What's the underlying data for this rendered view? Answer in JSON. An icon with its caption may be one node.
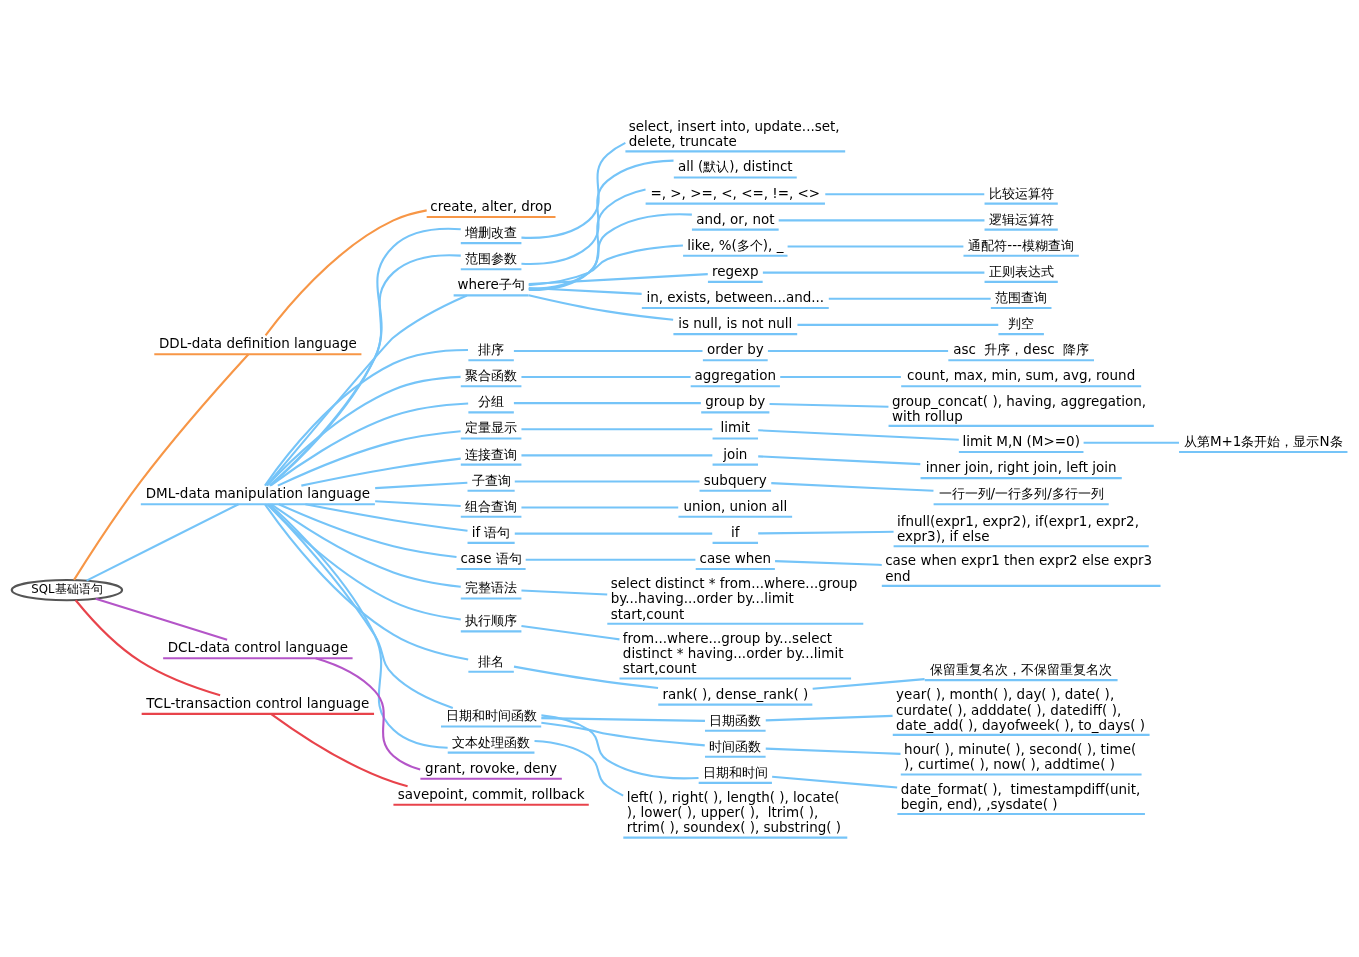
{
  "diagram": {
    "nodes": [
      {
        "text": [
          "SQL基础语句"
        ]
      },
      {
        "text": [
          "DDL-data definition language"
        ]
      },
      {
        "text": [
          "create, alter, drop"
        ]
      },
      {
        "text": [
          "DML-data manipulation language"
        ]
      },
      {
        "text": [
          "增删改查"
        ]
      },
      {
        "text": [
          "select, insert into, update...set, delete, truncate"
        ]
      },
      {
        "text": [
          "范围参数"
        ]
      },
      {
        "text": [
          "all (默认), distinct"
        ]
      },
      {
        "text": [
          "where子句"
        ]
      },
      {
        "text": [
          "=, >, >=, <, <=, !=, <>"
        ]
      },
      {
        "text": [
          "比较运算符"
        ]
      },
      {
        "text": [
          "and, or, not"
        ]
      },
      {
        "text": [
          "逻辑运算符"
        ]
      },
      {
        "text": [
          "like, %(多个), _"
        ]
      },
      {
        "text": [
          "通配符---模糊查询"
        ]
      },
      {
        "text": [
          "regexp"
        ]
      },
      {
        "text": [
          "正则表达式"
        ]
      },
      {
        "text": [
          "in, exists, between...and..."
        ]
      },
      {
        "text": [
          "范围查询"
        ]
      },
      {
        "text": [
          "is null, is not null"
        ]
      },
      {
        "text": [
          "判空"
        ]
      },
      {
        "text": [
          "排序"
        ]
      },
      {
        "text": [
          "order by"
        ]
      },
      {
        "text": [
          "asc  升序，desc  降序"
        ]
      },
      {
        "text": [
          "聚合函数"
        ]
      },
      {
        "text": [
          "aggregation"
        ]
      },
      {
        "text": [
          "count, max, min, sum, avg, round"
        ]
      },
      {
        "text": [
          "分组"
        ]
      },
      {
        "text": [
          "group by"
        ]
      },
      {
        "text": [
          "group_concat( ), having, aggregation, with rollup"
        ]
      },
      {
        "text": [
          "定量显示"
        ]
      },
      {
        "text": [
          "limit"
        ]
      },
      {
        "text": [
          "limit M,N (M>=0)"
        ]
      },
      {
        "text": [
          "从第M+1条开始，显示N条"
        ]
      },
      {
        "text": [
          "连接查询"
        ]
      },
      {
        "text": [
          "join"
        ]
      },
      {
        "text": [
          "inner join, right join, left join"
        ]
      },
      {
        "text": [
          "子查询"
        ]
      },
      {
        "text": [
          "subquery"
        ]
      },
      {
        "text": [
          "一行一列/一行多列/多行一列"
        ]
      },
      {
        "text": [
          "组合查询"
        ]
      },
      {
        "text": [
          "union, union all"
        ]
      },
      {
        "text": [
          "if 语句"
        ]
      },
      {
        "text": [
          "if"
        ]
      },
      {
        "text": [
          "ifnull(expr1, expr2), if(expr1, expr2, expr3), if else"
        ]
      },
      {
        "text": [
          "case 语句"
        ]
      },
      {
        "text": [
          "case when"
        ]
      },
      {
        "text": [
          "case when expr1 then expr2 else expr3 end"
        ]
      },
      {
        "text": [
          "完整语法"
        ]
      },
      {
        "text": [
          "select distinct * from...where...group by...having...order by...limit start,count"
        ]
      },
      {
        "text": [
          "执行顺序"
        ]
      },
      {
        "text": [
          "from...where...group by...select distinct * having...order by...limit start,count"
        ]
      },
      {
        "text": [
          "排名"
        ]
      },
      {
        "text": [
          "rank( ), dense_rank( )"
        ]
      },
      {
        "text": [
          "保留重复名次，不保留重复名次"
        ]
      },
      {
        "text": [
          "日期和时间函数"
        ]
      },
      {
        "text": [
          "日期函数"
        ]
      },
      {
        "text": [
          "year( ), month( ), day( ), date( ), curdate( ), adddate( ), datediff( ), date_add( ), dayofweek( ), to_days( )"
        ]
      },
      {
        "text": [
          "时间函数"
        ]
      },
      {
        "text": [
          "hour( ), minute( ), second( ), time( ), curtime( ), now( ), addtime( )"
        ]
      },
      {
        "text": [
          "日期和时间"
        ]
      },
      {
        "text": [
          "date_format( ),  timestampdiff(unit, begin, end), ,sysdate( )"
        ]
      },
      {
        "text": [
          "文本处理函数"
        ]
      },
      {
        "text": [
          "left( ), right( ), length( ), locate( ), lower( ), upper( ),  ltrim( ), rtrim( ), soundex( ), substring( )"
        ]
      },
      {
        "text": [
          "DCL-data control language"
        ]
      },
      {
        "text": [
          "grant, rovoke, deny"
        ]
      },
      {
        "text": [
          "TCL-transaction control language"
        ]
      },
      {
        "text": [
          "savepoint, commit, rollback"
        ]
      }
    ],
    "edges": [
      {
        "from": 0,
        "to": 1,
        "arrow": "none",
        "color": "#f79646"
      },
      {
        "from": 1,
        "to": 2,
        "arrow": "none",
        "color": "#f79646"
      },
      {
        "from": 0,
        "to": 3,
        "arrow": "none"
      },
      {
        "from": 3,
        "to": 4,
        "arrow": "none"
      },
      {
        "from": 4,
        "to": 5,
        "arrow": "none"
      },
      {
        "from": 3,
        "to": 6,
        "arrow": "none"
      },
      {
        "from": 6,
        "to": 7,
        "arrow": "none"
      },
      {
        "from": 3,
        "to": 8,
        "arrow": "none"
      },
      {
        "from": 8,
        "to": 9,
        "arrow": "none"
      },
      {
        "from": 9,
        "to": 10,
        "arrow": "none"
      },
      {
        "from": 8,
        "to": 11,
        "arrow": "none"
      },
      {
        "from": 11,
        "to": 12,
        "arrow": "none"
      },
      {
        "from": 8,
        "to": 13,
        "arrow": "none"
      },
      {
        "from": 13,
        "to": 14,
        "arrow": "none"
      },
      {
        "from": 8,
        "to": 15,
        "arrow": "none"
      },
      {
        "from": 15,
        "to": 16,
        "arrow": "none"
      },
      {
        "from": 8,
        "to": 17,
        "arrow": "none"
      },
      {
        "from": 17,
        "to": 18,
        "arrow": "none"
      },
      {
        "from": 8,
        "to": 19,
        "arrow": "none"
      },
      {
        "from": 19,
        "to": 20,
        "arrow": "none"
      },
      {
        "from": 3,
        "to": 21,
        "arrow": "none"
      },
      {
        "from": 21,
        "to": 22,
        "arrow": "none"
      },
      {
        "from": 22,
        "to": 23,
        "arrow": "none"
      },
      {
        "from": 3,
        "to": 24,
        "arrow": "none"
      },
      {
        "from": 24,
        "to": 25,
        "arrow": "none"
      },
      {
        "from": 25,
        "to": 26,
        "arrow": "none"
      },
      {
        "from": 3,
        "to": 27,
        "arrow": "none"
      },
      {
        "from": 27,
        "to": 28,
        "arrow": "none"
      },
      {
        "from": 28,
        "to": 29,
        "arrow": "none"
      },
      {
        "from": 3,
        "to": 30,
        "arrow": "none"
      },
      {
        "from": 30,
        "to": 31,
        "arrow": "none"
      },
      {
        "from": 31,
        "to": 32,
        "arrow": "none"
      },
      {
        "from": 32,
        "to": 33,
        "arrow": "none"
      },
      {
        "from": 3,
        "to": 34,
        "arrow": "none"
      },
      {
        "from": 34,
        "to": 35,
        "arrow": "none"
      },
      {
        "from": 35,
        "to": 36,
        "arrow": "none"
      },
      {
        "from": 3,
        "to": 37,
        "arrow": "none"
      },
      {
        "from": 37,
        "to": 38,
        "arrow": "none"
      },
      {
        "from": 38,
        "to": 39,
        "arrow": "none"
      },
      {
        "from": 3,
        "to": 40,
        "arrow": "none"
      },
      {
        "from": 40,
        "to": 41,
        "arrow": "none"
      },
      {
        "from": 3,
        "to": 42,
        "arrow": "none"
      },
      {
        "from": 42,
        "to": 43,
        "arrow": "none"
      },
      {
        "from": 43,
        "to": 44,
        "arrow": "none"
      },
      {
        "from": 3,
        "to": 45,
        "arrow": "none"
      },
      {
        "from": 45,
        "to": 46,
        "arrow": "none"
      },
      {
        "from": 46,
        "to": 47,
        "arrow": "none"
      },
      {
        "from": 3,
        "to": 48,
        "arrow": "none"
      },
      {
        "from": 48,
        "to": 49,
        "arrow": "none"
      },
      {
        "from": 3,
        "to": 50,
        "arrow": "none"
      },
      {
        "from": 50,
        "to": 51,
        "arrow": "none"
      },
      {
        "from": 3,
        "to": 52,
        "arrow": "none"
      },
      {
        "from": 52,
        "to": 53,
        "arrow": "none"
      },
      {
        "from": 53,
        "to": 54,
        "arrow": "none"
      },
      {
        "from": 3,
        "to": 55,
        "arrow": "none"
      },
      {
        "from": 55,
        "to": 56,
        "arrow": "none"
      },
      {
        "from": 56,
        "to": 57,
        "arrow": "none"
      },
      {
        "from": 55,
        "to": 58,
        "arrow": "none"
      },
      {
        "from": 58,
        "to": 59,
        "arrow": "none"
      },
      {
        "from": 55,
        "to": 60,
        "arrow": "none"
      },
      {
        "from": 60,
        "to": 61,
        "arrow": "none"
      },
      {
        "from": 3,
        "to": 62,
        "arrow": "none"
      },
      {
        "from": 62,
        "to": 63,
        "arrow": "none"
      },
      {
        "from": 0,
        "to": 64,
        "arrow": "none",
        "color": "#b455c8"
      },
      {
        "from": 64,
        "to": 65,
        "arrow": "none",
        "color": "#b455c8"
      },
      {
        "from": 0,
        "to": 66,
        "arrow": "none",
        "color": "#e8434b"
      },
      {
        "from": 66,
        "to": 67,
        "arrow": "none",
        "color": "#e8434b"
      }
    ]
  }
}
